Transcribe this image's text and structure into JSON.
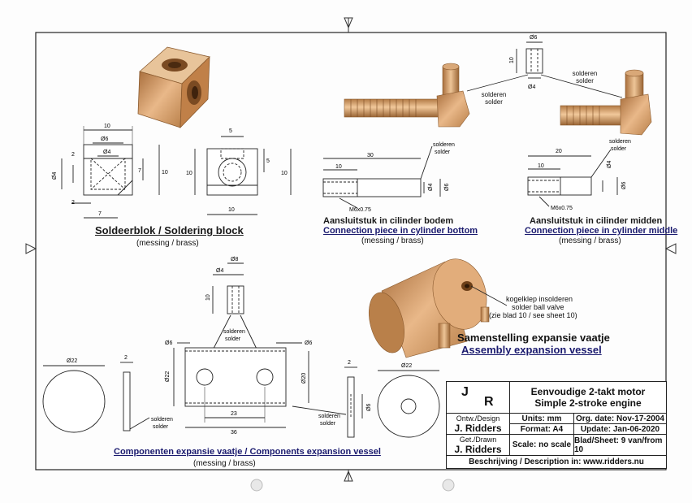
{
  "views": {
    "block": {
      "title": "Soldeerblok / Soldering block",
      "material": "(messing / brass)",
      "dims_front": [
        "10",
        "Ø6",
        "Ø4",
        "2",
        "Ø4",
        "7",
        "10",
        "2",
        "7"
      ],
      "dims_side": [
        "5",
        "5",
        "10",
        "10",
        "10"
      ]
    },
    "bottom_piece": {
      "title_nl": "Aansluitstuk in cilinder bodem",
      "title_en": "Connection piece in cylinder bottom",
      "material": "(messing / brass)",
      "dims": [
        "30",
        "10",
        "Ø4",
        "Ø6",
        "M6x0.75"
      ],
      "solder": "solderen solder"
    },
    "middle_piece": {
      "title_nl": "Aansluitstuk in cilinder midden",
      "title_en": "Connection piece in cylinder middle",
      "material": "(messing / brass)",
      "dims": [
        "20",
        "10",
        "Ø4",
        "Ø6",
        "M6x0.75"
      ],
      "solder": "solderen solder"
    },
    "top_tube": {
      "dims": [
        "Ø6",
        "10",
        "Ø4"
      ],
      "solder_left": "solderen solder",
      "solder_right": "solderen solder"
    },
    "assembly": {
      "title_nl": "Samenstelling expansie vaatje",
      "title_en": "Assembly expansion vessel",
      "ball_valve_1": "kogelklep insolderen",
      "ball_valve_2": "solder ball valve",
      "ball_valve_3": "(zie blad 10 / see sheet 10)"
    },
    "components": {
      "title": "Componenten expansie vaatje / Components expansion vessel",
      "material": "(messing / brass)",
      "dims_tube": [
        "Ø8",
        "Ø4",
        "10"
      ],
      "dims_body": [
        "Ø6",
        "Ø6",
        "Ø22",
        "Ø20",
        "23",
        "36"
      ],
      "dims_disc_left": [
        "Ø22",
        "2"
      ],
      "dims_disc_right": [
        "Ø22",
        "2",
        "Ø6"
      ],
      "solder_center": "solderen solder",
      "solder_left": "solderen solder",
      "solder_right": "solderen solder"
    }
  },
  "title_block": {
    "logo_j": "J",
    "logo_r": "R",
    "title_nl": "Eenvoudige 2-takt motor",
    "title_en": "Simple 2-stroke engine",
    "design_label": "Ontw./Design",
    "designer": "J. Ridders",
    "drawn_label": "Get./Drawn",
    "drawer": "J. Ridders",
    "units": "Units: mm",
    "format": "Format: A4",
    "scale": "Scale: no scale",
    "org_date": "Org. date: Nov-17-2004",
    "update": "Update: Jan-06-2020",
    "sheet": "Blad/Sheet: 9 van/from 10",
    "description": "Beschrijving / Description in: www.ridders.nu"
  },
  "colors": {
    "brass_light": "#e3b584",
    "brass_mid": "#c98f55",
    "brass_dark": "#8a5a2e",
    "line": "#222222",
    "text_blue": "#1a1a6e"
  }
}
